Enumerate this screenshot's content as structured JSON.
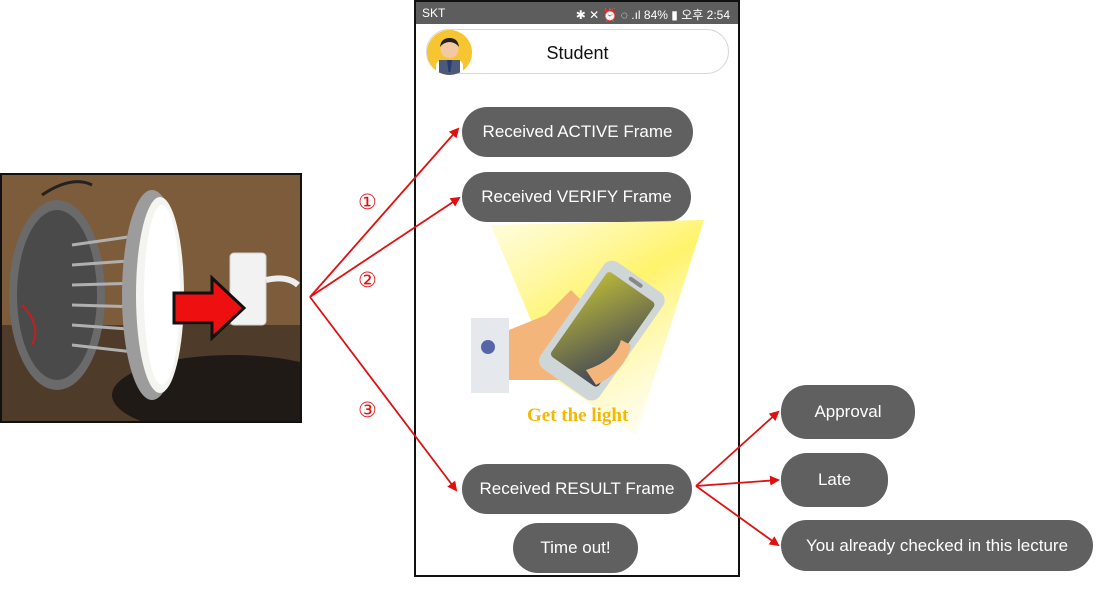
{
  "status_bar": {
    "carrier": "SKT",
    "right": "✱ ✕ ⏰ ◌ .ıl 84% ▮ 오후 2:54"
  },
  "header": {
    "title": "Student"
  },
  "phone_buttons": {
    "active": "Received ACTIVE Frame",
    "verify": "Received VERIFY Frame",
    "result": "Received RESULT Frame",
    "timeout": "Time out!"
  },
  "illustration": {
    "caption": "Get the light"
  },
  "steps": [
    "①",
    "②",
    "③"
  ],
  "results": {
    "approval": "Approval",
    "late": "Late",
    "already": "You already checked in this lecture"
  },
  "colors": {
    "arrow_red": "#e01010",
    "pill_gray": "#606060",
    "accent_yellow": "#f5b800"
  }
}
